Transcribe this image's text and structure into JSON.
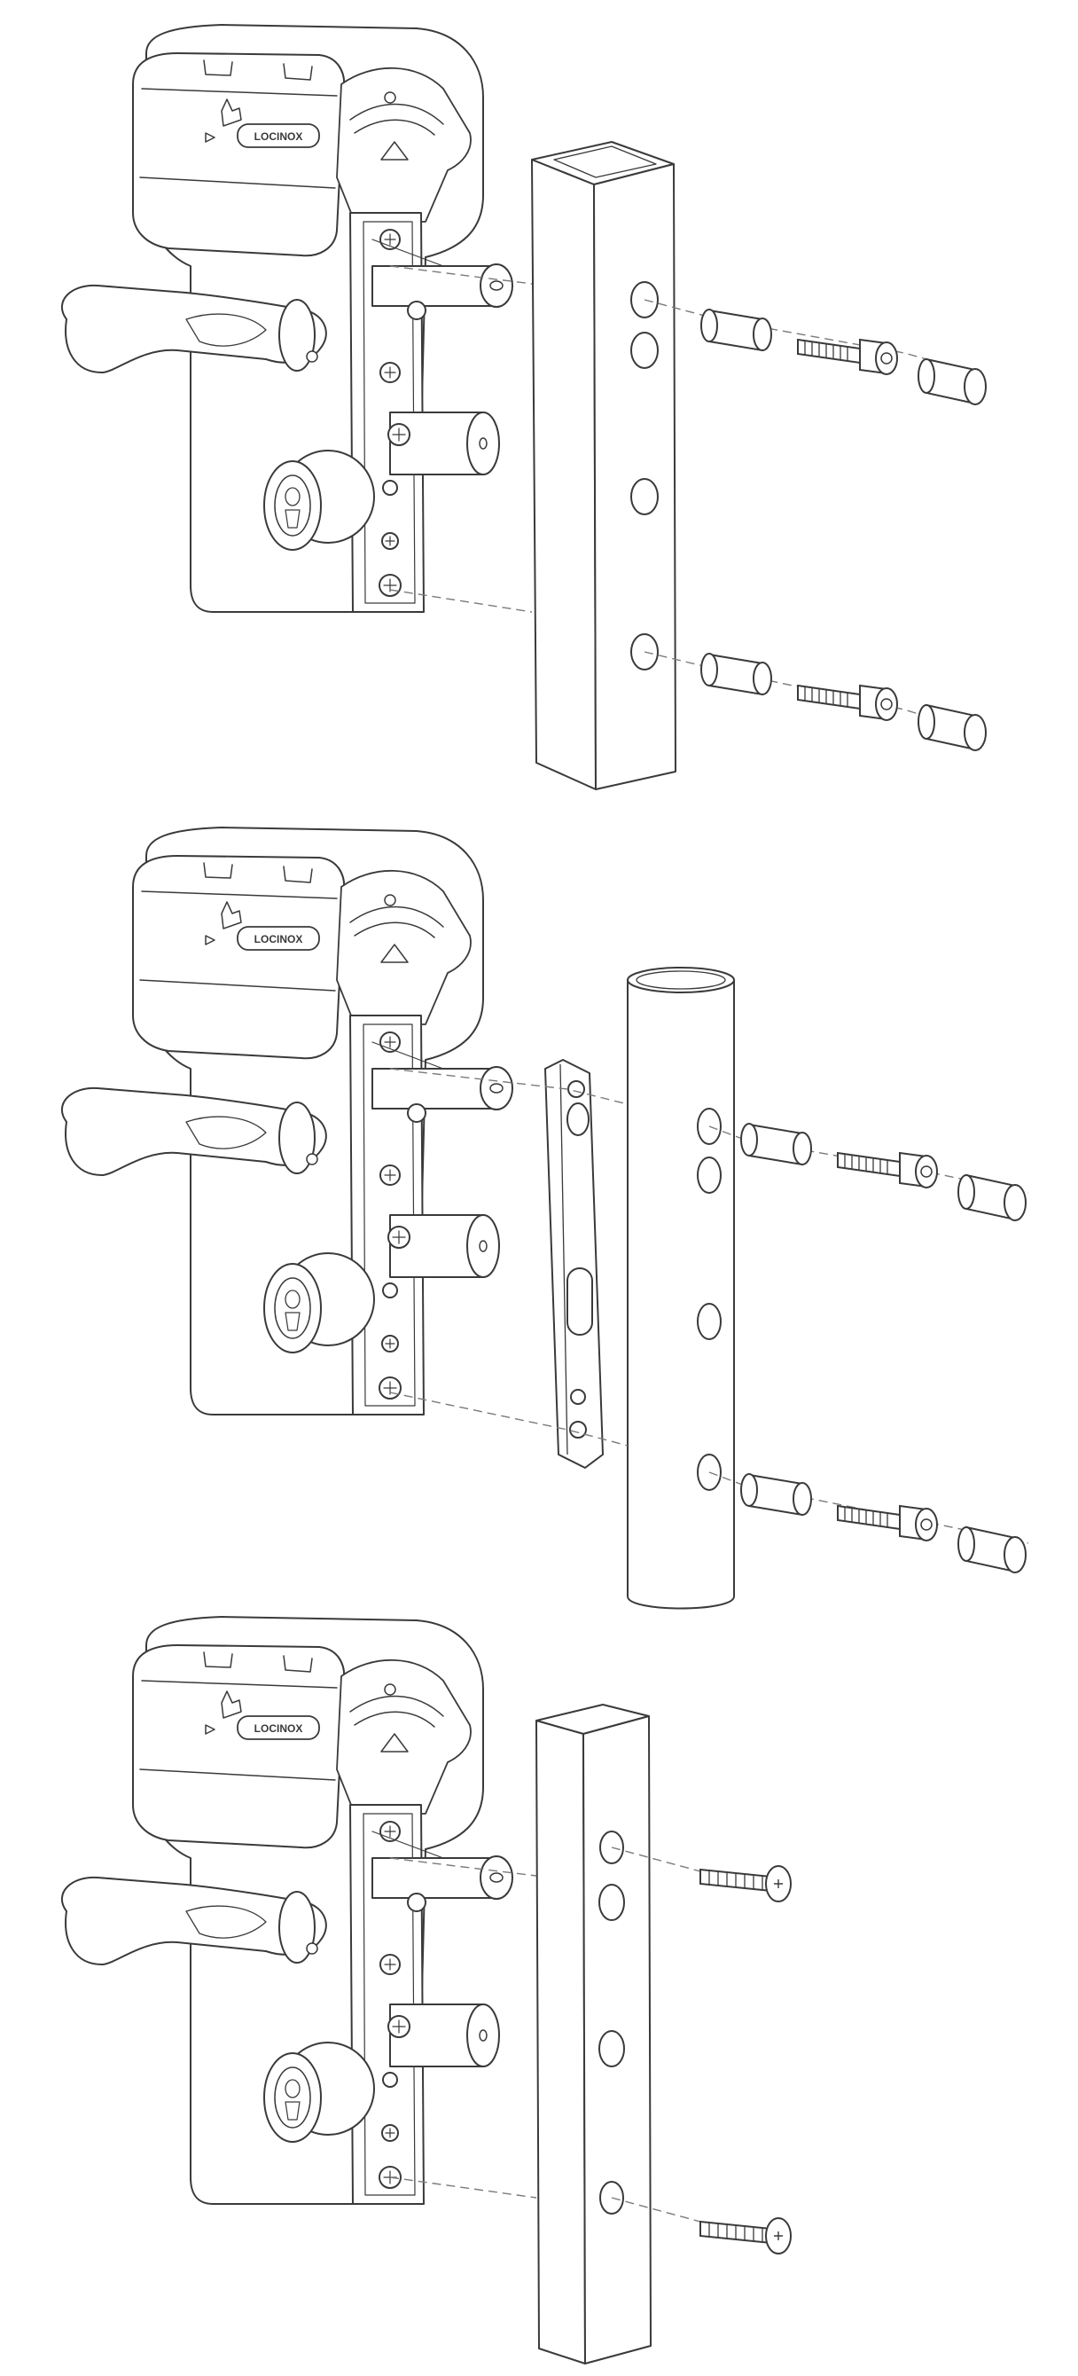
{
  "brand": {
    "logo_text": "LOCINOX"
  },
  "figure": {
    "kind": "exploded assembly line drawing",
    "panels": [
      {
        "id": "square-post",
        "post": "square tube",
        "fasteners": "bolt with spacer and cap nut"
      },
      {
        "id": "round-post",
        "post": "round tube with adapter plate",
        "fasteners": "bolt with spacer and cap nut"
      },
      {
        "id": "flat-post",
        "post": "square tube",
        "fasteners": "self-tapping screw"
      }
    ]
  },
  "colors": {
    "line": "#3a3a3a",
    "hidden_line": "#7a7a7a",
    "background": "#ffffff",
    "fill": "#ffffff"
  }
}
